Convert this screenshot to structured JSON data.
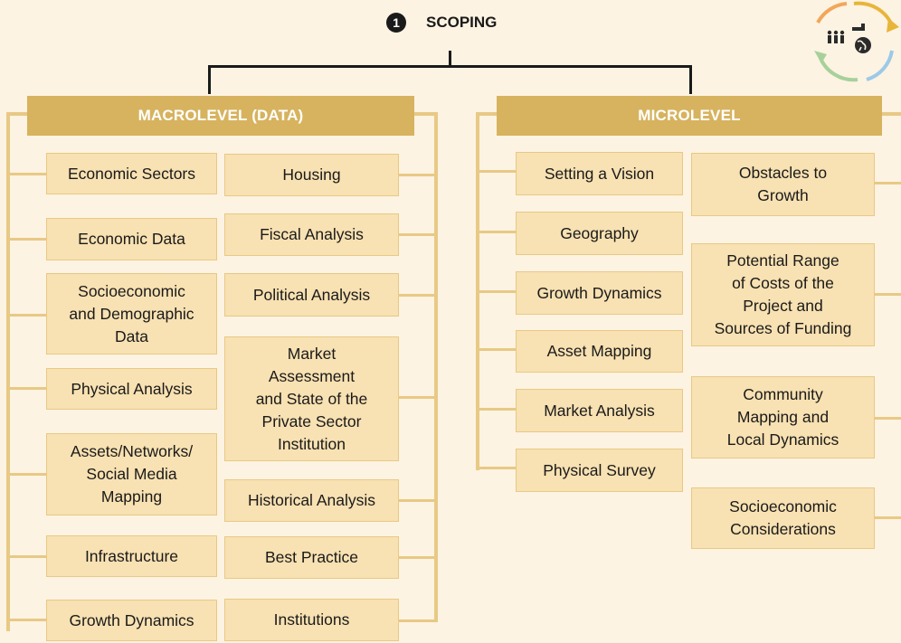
{
  "title": {
    "step_number": "1",
    "label": "SCOPING"
  },
  "macro": {
    "header": "MACROLEVEL (DATA)",
    "left_items": [
      "Economic Sectors",
      "Economic Data",
      "Socioeconomic\nand Demographic\nData",
      "Physical Analysis",
      "Assets/Networks/\nSocial Media\nMapping",
      "Infrastructure",
      "Growth Dynamics"
    ],
    "right_items": [
      "Housing",
      "Fiscal Analysis",
      "Political Analysis",
      "Market\nAssessment\nand State of the\nPrivate Sector\nInstitution",
      "Historical Analysis",
      "Best Practice",
      "Institutions"
    ]
  },
  "micro": {
    "header": "MICROLEVEL",
    "left_items": [
      "Setting a Vision",
      "Geography",
      "Growth Dynamics",
      "Asset Mapping",
      "Market Analysis",
      "Physical Survey"
    ],
    "right_items": [
      "Obstacles to\nGrowth",
      "Potential Range\nof Costs of the\nProject and\nSources of Funding",
      "Community\nMapping and\nLocal Dynamics",
      "Socioeconomic\nConsiderations"
    ]
  },
  "icon": {
    "name": "people-globe-cycle-icon",
    "colors": [
      "#f2a65a",
      "#e8b53a",
      "#9cc9e8",
      "#a7d19b"
    ]
  }
}
